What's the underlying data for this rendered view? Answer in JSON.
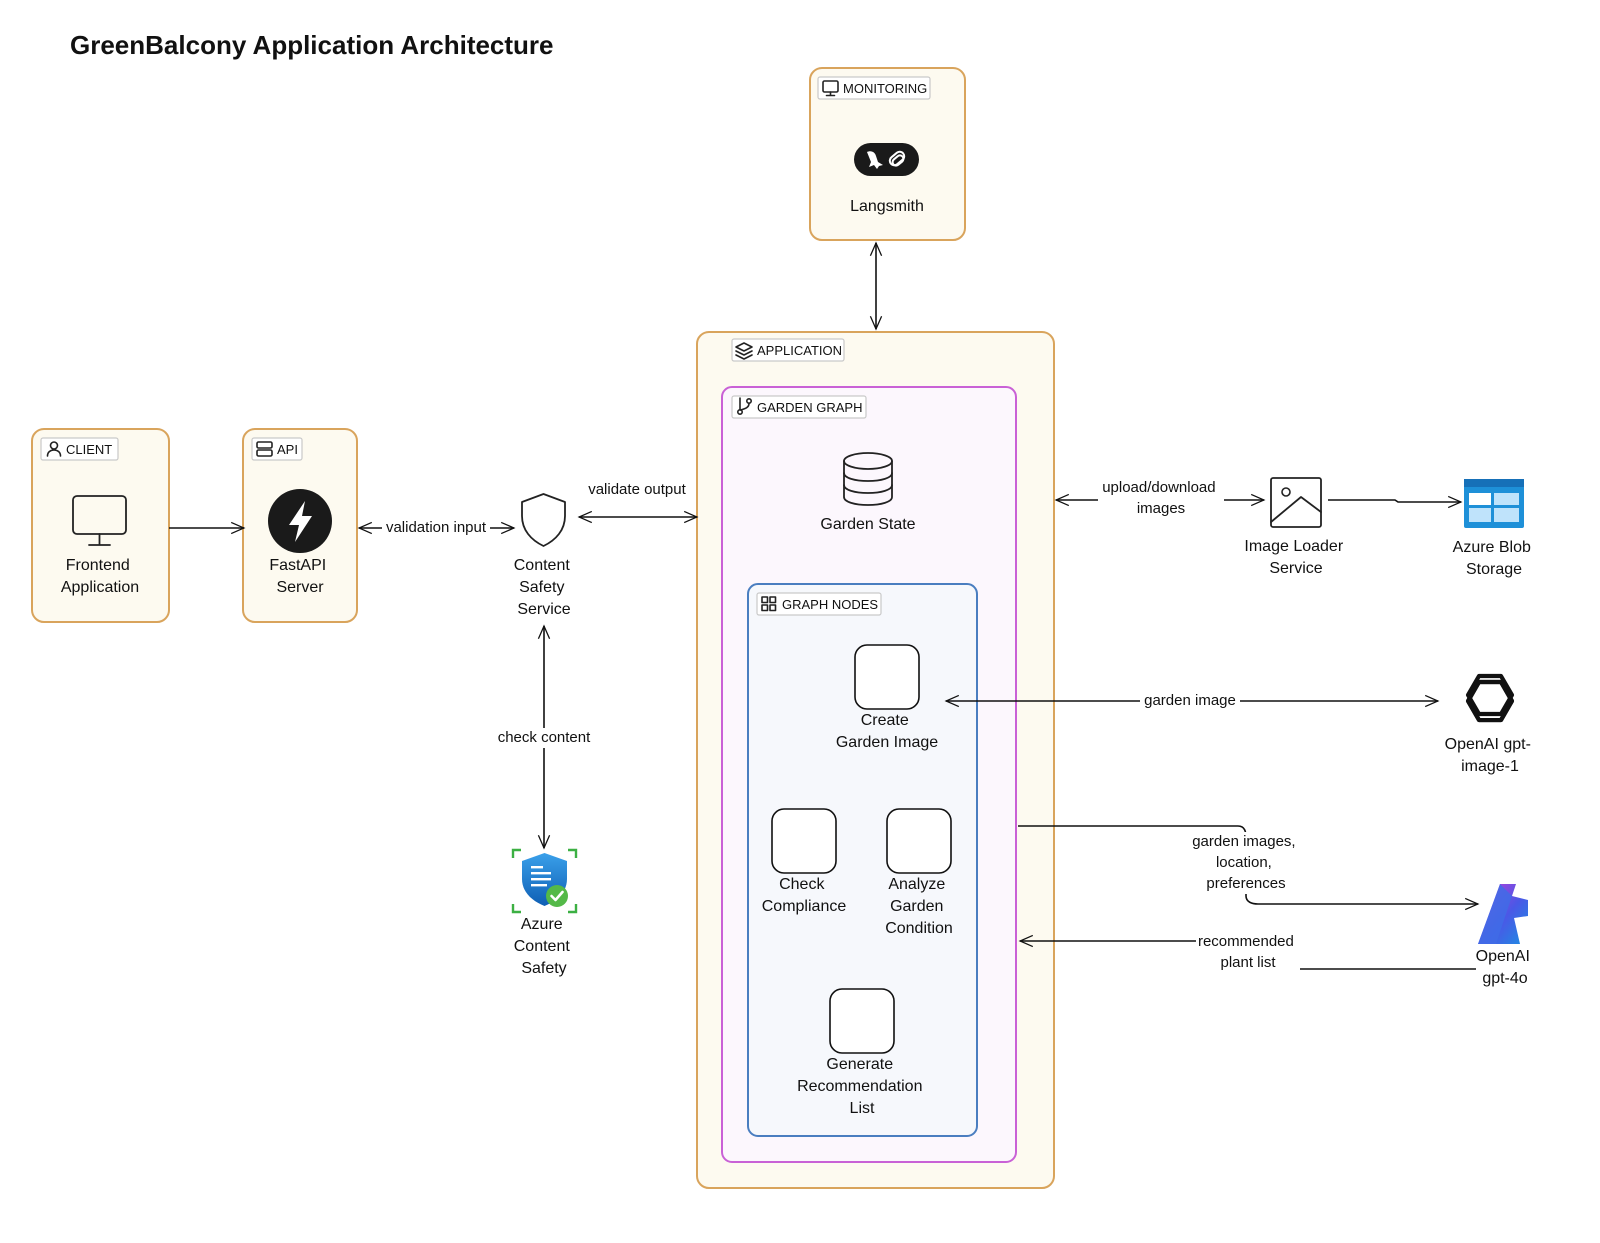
{
  "title": "GreenBalcony Application Architecture",
  "groups": {
    "monitoring": {
      "tag": "MONITORING",
      "label": "Langsmith"
    },
    "client": {
      "tag": "CLIENT",
      "label": [
        "Frontend",
        "Application"
      ]
    },
    "api": {
      "tag": "API",
      "label": [
        "FastAPI",
        "Server"
      ]
    },
    "application": {
      "tag": "APPLICATION"
    },
    "garden_graph": {
      "tag": "GARDEN GRAPH",
      "state_label": "Garden State"
    },
    "graph_nodes": {
      "tag": "GRAPH NODES"
    }
  },
  "nodes": {
    "create_image": [
      "Create",
      "Garden Image"
    ],
    "check_compliance": [
      "Check",
      "Compliance"
    ],
    "analyze_condition": [
      "Analyze",
      "Garden",
      "Condition"
    ],
    "generate_list": [
      "Generate",
      "Recommendation",
      "List"
    ]
  },
  "services": {
    "content_safety": [
      "Content",
      "Safety",
      "Service"
    ],
    "azure_content_safety": [
      "Azure",
      "Content",
      "Safety"
    ],
    "image_loader": [
      "Image Loader",
      "Service"
    ],
    "azure_blob": [
      "Azure Blob",
      "Storage"
    ],
    "openai_image": [
      "OpenAI gpt-",
      "image-1"
    ],
    "openai_gpt4o": [
      "OpenAI",
      "gpt-4o"
    ]
  },
  "edges": {
    "validation_input": "validation input",
    "validate_output": "validate output",
    "check_content": "check content",
    "upload_download": [
      "upload/download",
      "images"
    ],
    "garden_image": "garden image",
    "garden_images_location": [
      "garden images,",
      "location,",
      "preferences"
    ],
    "recommended_plant_list": [
      "recommended",
      "plant list"
    ]
  },
  "icons": {
    "monitor": "monitor-icon",
    "user": "user-icon",
    "server": "server-icon",
    "layers": "layers-icon",
    "branch": "git-branch-icon",
    "grid": "grid-icon",
    "database": "database-icon",
    "shield": "shield-icon",
    "image": "image-icon",
    "lightning": "fastapi-lightning-icon",
    "parrot": "langsmith-logo-icon",
    "openai": "openai-logo-icon",
    "azure_openai": "azure-openai-logo-icon",
    "azure_shield": "azure-content-safety-icon",
    "azure_storage": "azure-blob-storage-icon"
  },
  "colors": {
    "card_border": "#d9a45c",
    "card_fill": "#fdfaf0",
    "garden_graph_border": "#c961d6",
    "garden_graph_fill": "#fcf7fd",
    "graph_nodes_border": "#4a7ec0",
    "graph_nodes_fill": "#f6f8fc",
    "azure_blue": "#1e90d8"
  }
}
